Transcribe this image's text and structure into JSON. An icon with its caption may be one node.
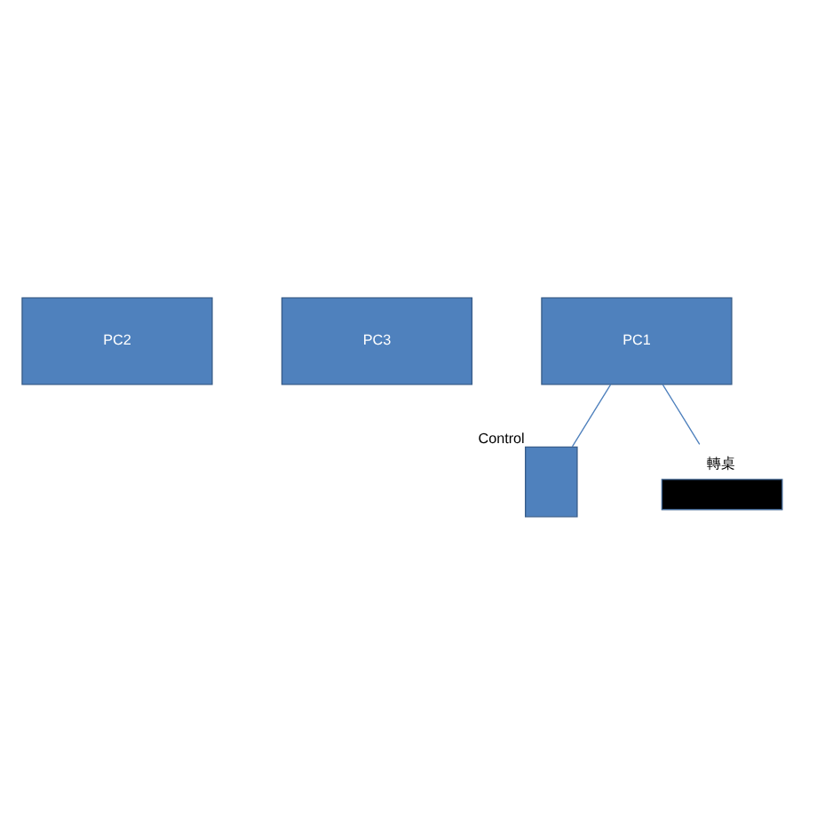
{
  "diagram": {
    "nodes": [
      {
        "text": [
          "PC2"
        ]
      },
      {
        "text": [
          "PC3"
        ]
      },
      {
        "text": [
          "PC1"
        ]
      },
      {
        "text": [],
        "shape": "box",
        "beside": [
          "Control"
        ]
      },
      {
        "text": [
          "轉桌"
        ]
      }
    ],
    "edges": [
      {
        "from": 2,
        "to": 3,
        "arrow": "none"
      },
      {
        "from": 2,
        "to": 4,
        "arrow": "none"
      }
    ]
  }
}
